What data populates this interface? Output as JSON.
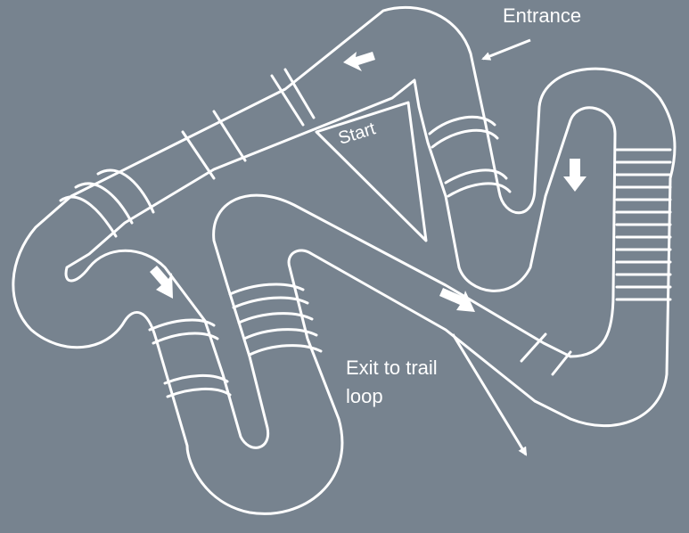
{
  "colors": {
    "background": "#77838f",
    "track_line": "#ffffff",
    "arrow_fill": "#ffffff"
  },
  "labels": {
    "entrance": "Entrance",
    "start": "Start",
    "exit_line1": "Exit to trail",
    "exit_line2": "loop"
  },
  "icons": {
    "direction_arrows": "arrow-icon",
    "pointer_arrows": "pointer-arrow-icon"
  }
}
